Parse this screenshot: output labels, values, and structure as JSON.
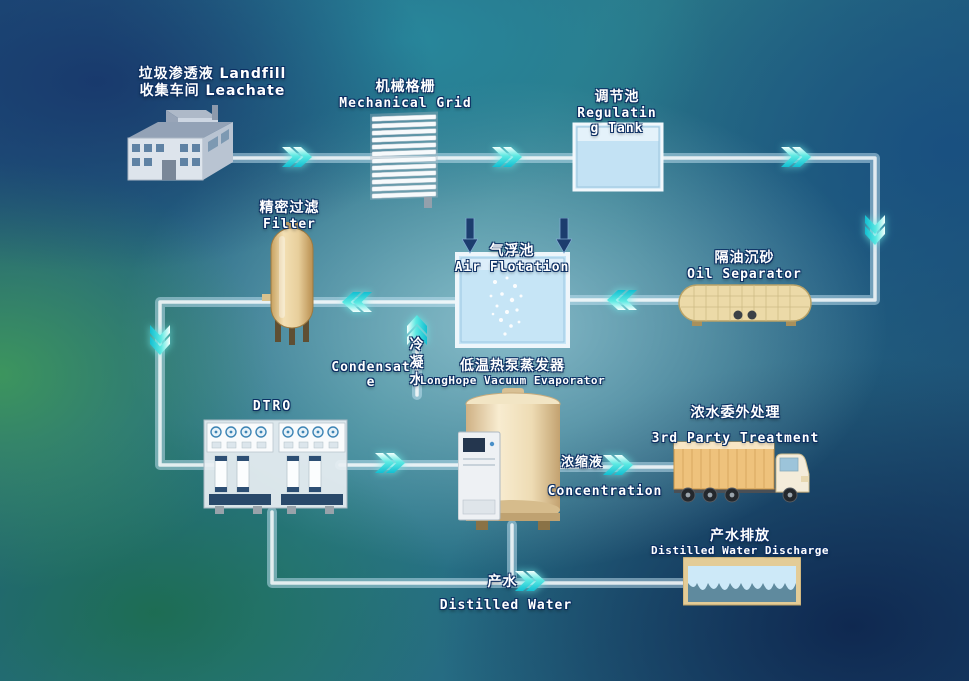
{
  "colors": {
    "chevron": "#3fe0dd",
    "pipe": "#d4ecf7",
    "vessel_beige": "#ecd9a8",
    "water_blue": "#c6e5f6",
    "label_outline": "#0c2f63"
  },
  "icons": {
    "factory": "factory-building-icon",
    "grid": "mechanical-grid-icon",
    "tank": "regulating-tank-icon",
    "oil": "oil-separator-icon",
    "flotation": "air-flotation-icon",
    "dosing": "dosing-down-arrow-icon",
    "filter": "filter-vessel-icon",
    "evaporator": "evaporator-icon",
    "dtro": "dtro-unit-icon",
    "truck": "truck-icon",
    "basin": "discharge-basin-icon",
    "chevron": "flow-chevron-icon"
  },
  "labels": {
    "factory": {
      "l1": "垃圾渗透液 Landfill",
      "l2": "收集车间 Leachate"
    },
    "grid": {
      "l1": "机械格栅",
      "l2": "Mechanical Grid"
    },
    "tank": {
      "l1": "调节池",
      "l2": "Regulatin",
      "l3": "g Tank"
    },
    "oil": {
      "l1": "隔油沉砂",
      "l2": "Oil Separator"
    },
    "flotation": {
      "l1": "气浮池",
      "l2": "Air Flotation"
    },
    "filter": {
      "l1": "精密过滤",
      "l2": "Filter"
    },
    "condensate": {
      "en": "Condensate",
      "cn": "冷凝水"
    },
    "evaporator": {
      "l1": "低温热泵蒸发器",
      "l2": "LongHope Vacuum Evaporator"
    },
    "dtro": {
      "l1": "DTRO"
    },
    "party": {
      "l1": "浓水委外处理",
      "l2": "3rd Party Treatment"
    },
    "concentration": {
      "cn": "浓缩液",
      "en": "Concentration"
    },
    "discharge": {
      "l1": "产水排放",
      "l2": "Distilled Water Discharge"
    },
    "distilled": {
      "cn": "产水",
      "en": "Distilled Water"
    }
  }
}
